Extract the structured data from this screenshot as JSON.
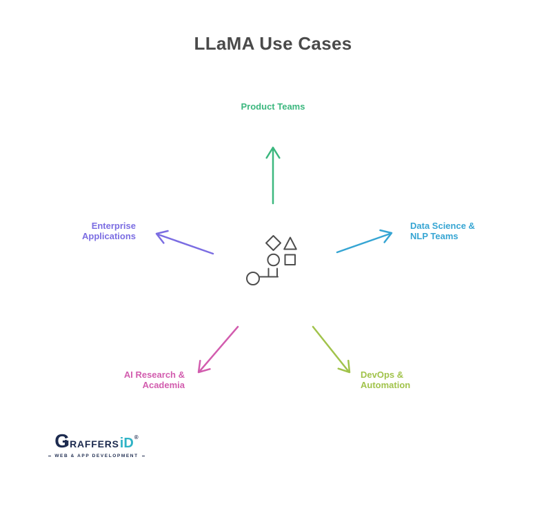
{
  "title": "LLaMA Use Cases",
  "nodes": {
    "product": {
      "label": "Product Teams",
      "color": "#3bb77e",
      "direction": "top"
    },
    "data_science": {
      "label": "Data Science &\nNLP Teams",
      "color": "#36a5d3",
      "direction": "right"
    },
    "enterprise": {
      "label": "Enterprise\nApplications",
      "color": "#7b6de2",
      "direction": "left"
    },
    "ai_research": {
      "label": "AI Research &\nAcademia",
      "color": "#d25cae",
      "direction": "bottom-left"
    },
    "devops": {
      "label": "DevOps &\nAutomation",
      "color": "#a1c34b",
      "direction": "bottom-right"
    }
  },
  "center_icon": "shapes-and-key-icon",
  "icon_color": "#4d4d4d",
  "title_color": "#4a4a4a",
  "logo": {
    "name": "GraffersID",
    "part_g": "G",
    "part_raffers": "RAFFERS",
    "part_id": "iD",
    "registered_mark": "®",
    "tagline": "WEB & APP DEVELOPMENT",
    "navy": "#1d2b4f",
    "teal": "#2fb3c6"
  }
}
